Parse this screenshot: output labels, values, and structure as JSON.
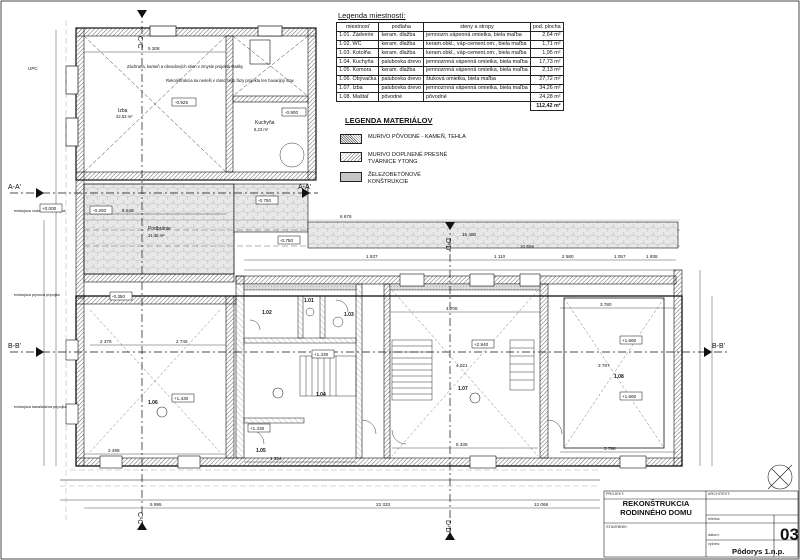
{
  "legend": {
    "title": "Legenda miestností:",
    "headers": [
      "miestnosť",
      "podlaha",
      "steny a stropy",
      "pod. plocha"
    ],
    "rows": [
      [
        "1.01. Zádverie",
        "keram. dlažba",
        "jemnozrn.vápenná omietka, biela maľba",
        "2,64 m²"
      ],
      [
        "1.02. WC",
        "keram. dlažba",
        "keram.obkl., váp-cement.om., biela maľba",
        "1,71 m²"
      ],
      [
        "1.03. Kotolňa",
        "keram. dlažba",
        "keram.obkl., váp-cement.om., biela maľba",
        "1,95 m²"
      ],
      [
        "1.04. Kuchyňa",
        "palubovka drevo",
        "jemnozrnná vápenná omietka, biela maľba",
        "17,73 m²"
      ],
      [
        "1.05. Komora",
        "keram. dlažba",
        "jemnozrnná vápenná omietka, biela maľba",
        "2,13 m²"
      ],
      [
        "1.06. Obývačka",
        "palubovka drevo",
        "štuková omietka, biela maľba",
        "27,72 m²"
      ],
      [
        "1.07. Izba",
        "palubovka drevo",
        "jemnozrnná vápenná omietka, biela maľba",
        "34,26 m²"
      ],
      [
        "1.08. Maštaľ",
        "pôvodné",
        "pôvodné",
        "24,28 m²"
      ]
    ],
    "total": "112,42 m²"
  },
  "materials": {
    "title": "LEGENDA MATERIÁLOV",
    "items": [
      {
        "label": "MURIVO PÔVODNÉ - KAMEŇ, TEHLA"
      },
      {
        "label": "MURIVO DOPLNENÉ PRESNÉ TVÁRNICE YTONG"
      },
      {
        "label": "ŽELEZOBETÓNOVÉ KONŠTRUKCIE"
      }
    ]
  },
  "sections": {
    "aa_left": "A-A'",
    "aa_right": "A-A'",
    "bb_left": "B-B'",
    "bb_right": "B-B'",
    "cc_top": "C-C'",
    "cc_bottom": "C-C'",
    "dd_top": "D-D'",
    "dd_bottom": "D-D'"
  },
  "rooms": {
    "izba": {
      "name": "Izba",
      "area": "22,53 m²"
    },
    "kuchyna": {
      "name": "Kuchyňa",
      "area": "8,23 m²"
    },
    "podbranie": {
      "name": "Podbránie",
      "area": "21,38 m²"
    },
    "r101": "1.01",
    "r102": "1.02",
    "r103": "1.03",
    "r104": "1.04",
    "r105": "1.05",
    "r106": "1.06",
    "r107": "1.07",
    "r108": "1.08"
  },
  "notes": {
    "zachrana": "Záchrana, kameň a obvodových stien v zmysle projektu statiky",
    "rekonstrukcia": "Rekonštrukcia sa nerieši v rámci tejto fázy projektu len havarijný stav",
    "upc": "UPC",
    "vodovod": "existujúca vodovodná prípojka",
    "plyn": "existujúca plynová prípojka",
    "kanal": "existujúca kanalizačná prípojka"
  },
  "levels": {
    "l1": "-0.925",
    "l2": "-0.900",
    "l3": "-0.200",
    "l4": "+0.000",
    "l5": "-0.750",
    "l6": "-0.750",
    "l7": "-0.350",
    "l8": "+1.430",
    "l9": "+1.430",
    "l10": "+1.430",
    "l11": "+2.940",
    "l12": "+1.660",
    "l13": "+1.660"
  },
  "dims": {
    "d5308": "5 308",
    "d5548": "5 548",
    "d6676": "6 676",
    "d15480": "15 480",
    "d10656": "10 656",
    "d2376": "2 376",
    "d2745": "2 745",
    "d4706": "4 706",
    "d3780": "3 780",
    "d4021": "4 021",
    "d3787": "3 787",
    "d5339": "5 339",
    "d3798": "3 798",
    "d2498": "2 498",
    "d1324": "1 324",
    "d5995": "5 995",
    "d22333": "22 333",
    "d12068": "12 068",
    "d1057": "1 057",
    "d1938": "1 938",
    "d2580": "2 580",
    "d1110": "1 110",
    "d1537": "1 537"
  },
  "title_block": {
    "project_label": "PROJEKT:",
    "architect_label": "ARCHITEKT:",
    "project": "REKONŠTRUKCIA RODINNÉHO DOMU",
    "owner_label": "STAVEBNÍK:",
    "scale_label": "mierka:",
    "date_label": "dátum:",
    "sheet_label": "výkres:",
    "number": "03",
    "caption": "Pôdorys 1.n.p."
  }
}
